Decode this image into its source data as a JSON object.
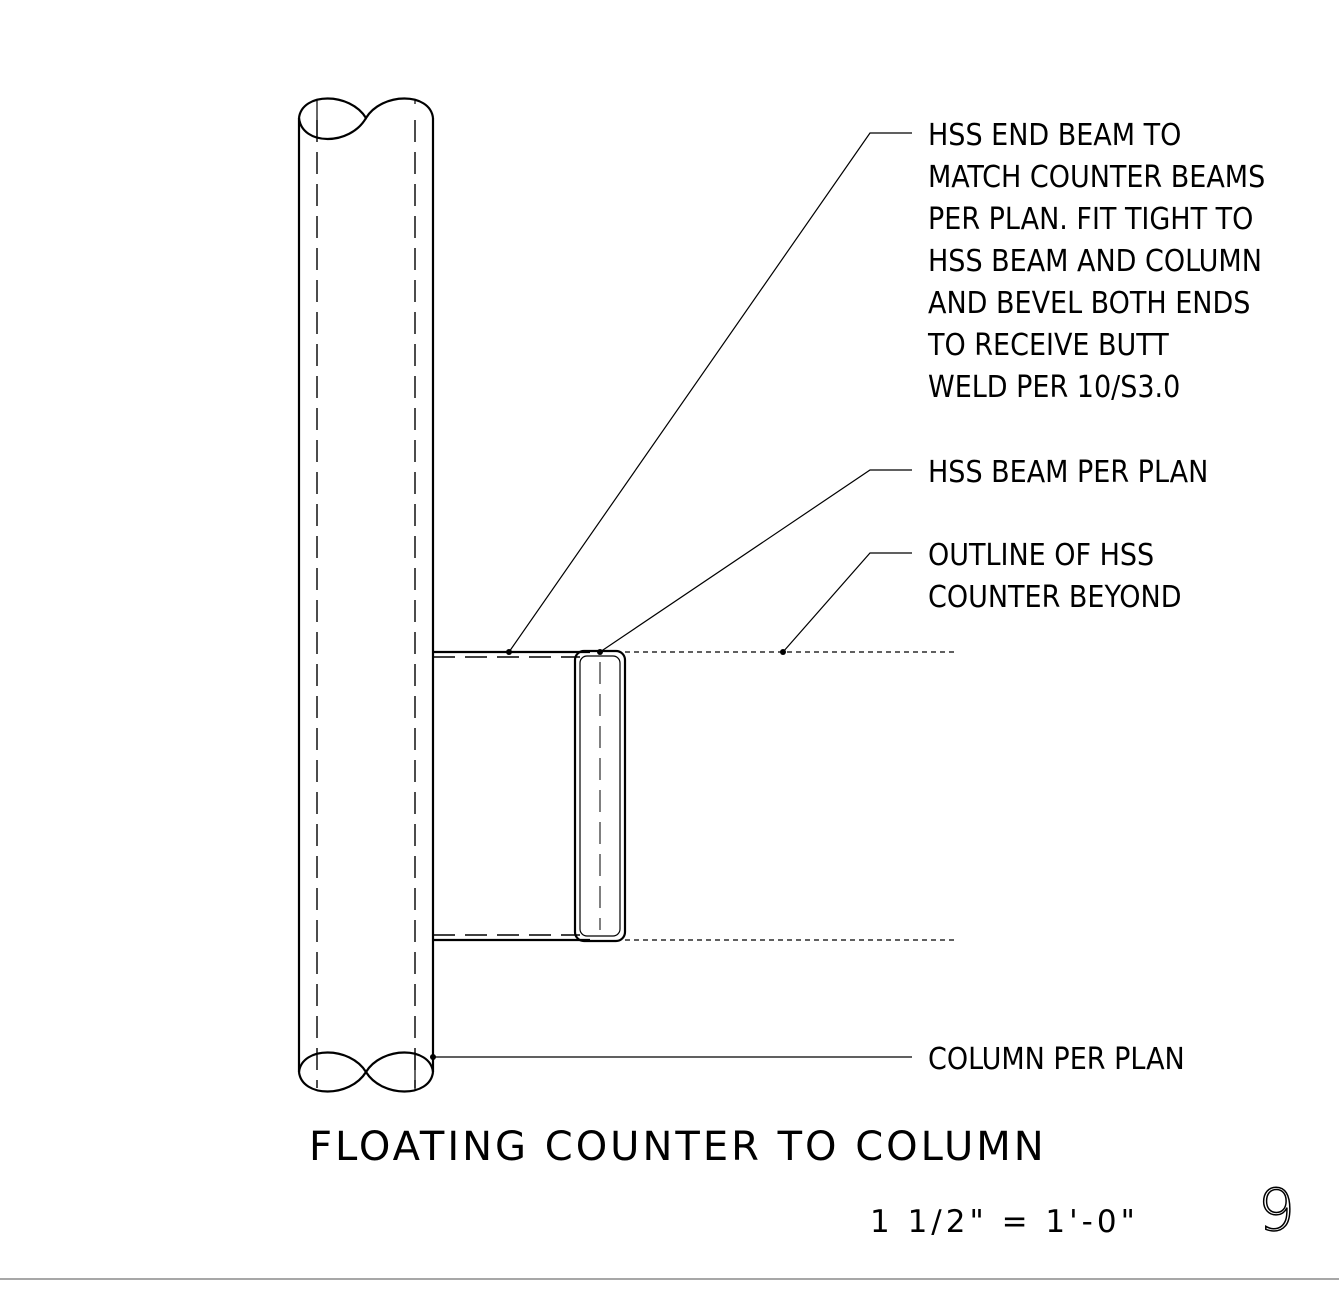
{
  "diagram": {
    "notes": [
      {
        "id": "note-hss-end-beam",
        "lines": [
          "HSS END BEAM TO",
          "MATCH COUNTER BEAMS",
          "PER PLAN. FIT TIGHT TO",
          "HSS BEAM AND COLUMN",
          "AND BEVEL BOTH ENDS",
          "TO RECEIVE BUTT",
          "WELD PER 10/S3.0"
        ]
      },
      {
        "id": "note-hss-beam",
        "lines": [
          "HSS BEAM PER PLAN"
        ]
      },
      {
        "id": "note-outline-counter",
        "lines": [
          "OUTLINE OF HSS",
          "COUNTER BEYOND"
        ]
      },
      {
        "id": "note-column",
        "lines": [
          "COLUMN PER PLAN"
        ]
      }
    ],
    "title": "FLOATING COUNTER TO COLUMN",
    "scale": "1 1/2\" = 1'-0\"",
    "detail_number": "9"
  }
}
